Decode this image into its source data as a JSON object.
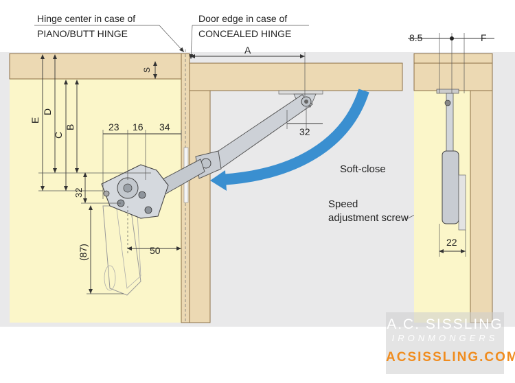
{
  "callouts": {
    "hinge_center_1": "Hinge center  in case of",
    "hinge_center_2": "PIANO/BUTT HINGE",
    "door_edge_1": "Door edge in case of",
    "door_edge_2": "CONCEALED HINGE",
    "soft_close": "Soft-close",
    "speed_1": "Speed",
    "speed_2": "adjustment screw"
  },
  "dimensions": {
    "a": "A",
    "s": "S",
    "e": "E",
    "d": "D",
    "c": "C",
    "b": "B",
    "d23": "23",
    "d16": "16",
    "d34": "34",
    "d32_right": "32",
    "d32_left": "32",
    "d87": "(87)",
    "d50": "50",
    "d85": "8.5",
    "f": "F",
    "d22": "22"
  },
  "brand": {
    "name": "A.C. SISSLING",
    "tagline": "IRONMONGERS",
    "url": "ACSISSLING.COM"
  },
  "colors": {
    "cabinet": "#fbf6c9",
    "wood": "#ecd9b3",
    "arrow": "#3a8fd0",
    "url": "#f08c1e"
  }
}
